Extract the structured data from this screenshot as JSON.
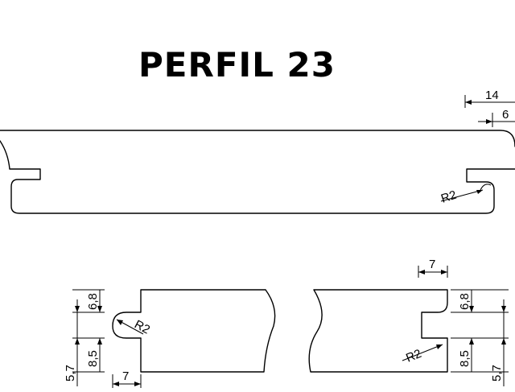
{
  "title": "PERFIL 23",
  "top_profile": {
    "dim_overall_width": "14",
    "dim_tongue_depth": "6",
    "radius_label": "R2"
  },
  "left_detail": {
    "dim_upper": "6,8",
    "dim_lower": "8,5",
    "dim_total": "5,7",
    "dim_width": "7",
    "radius_label": "R2"
  },
  "right_detail": {
    "dim_width": "7",
    "dim_upper": "6,8",
    "dim_lower": "8,5",
    "dim_total": "5,7",
    "radius_label": "R2"
  }
}
